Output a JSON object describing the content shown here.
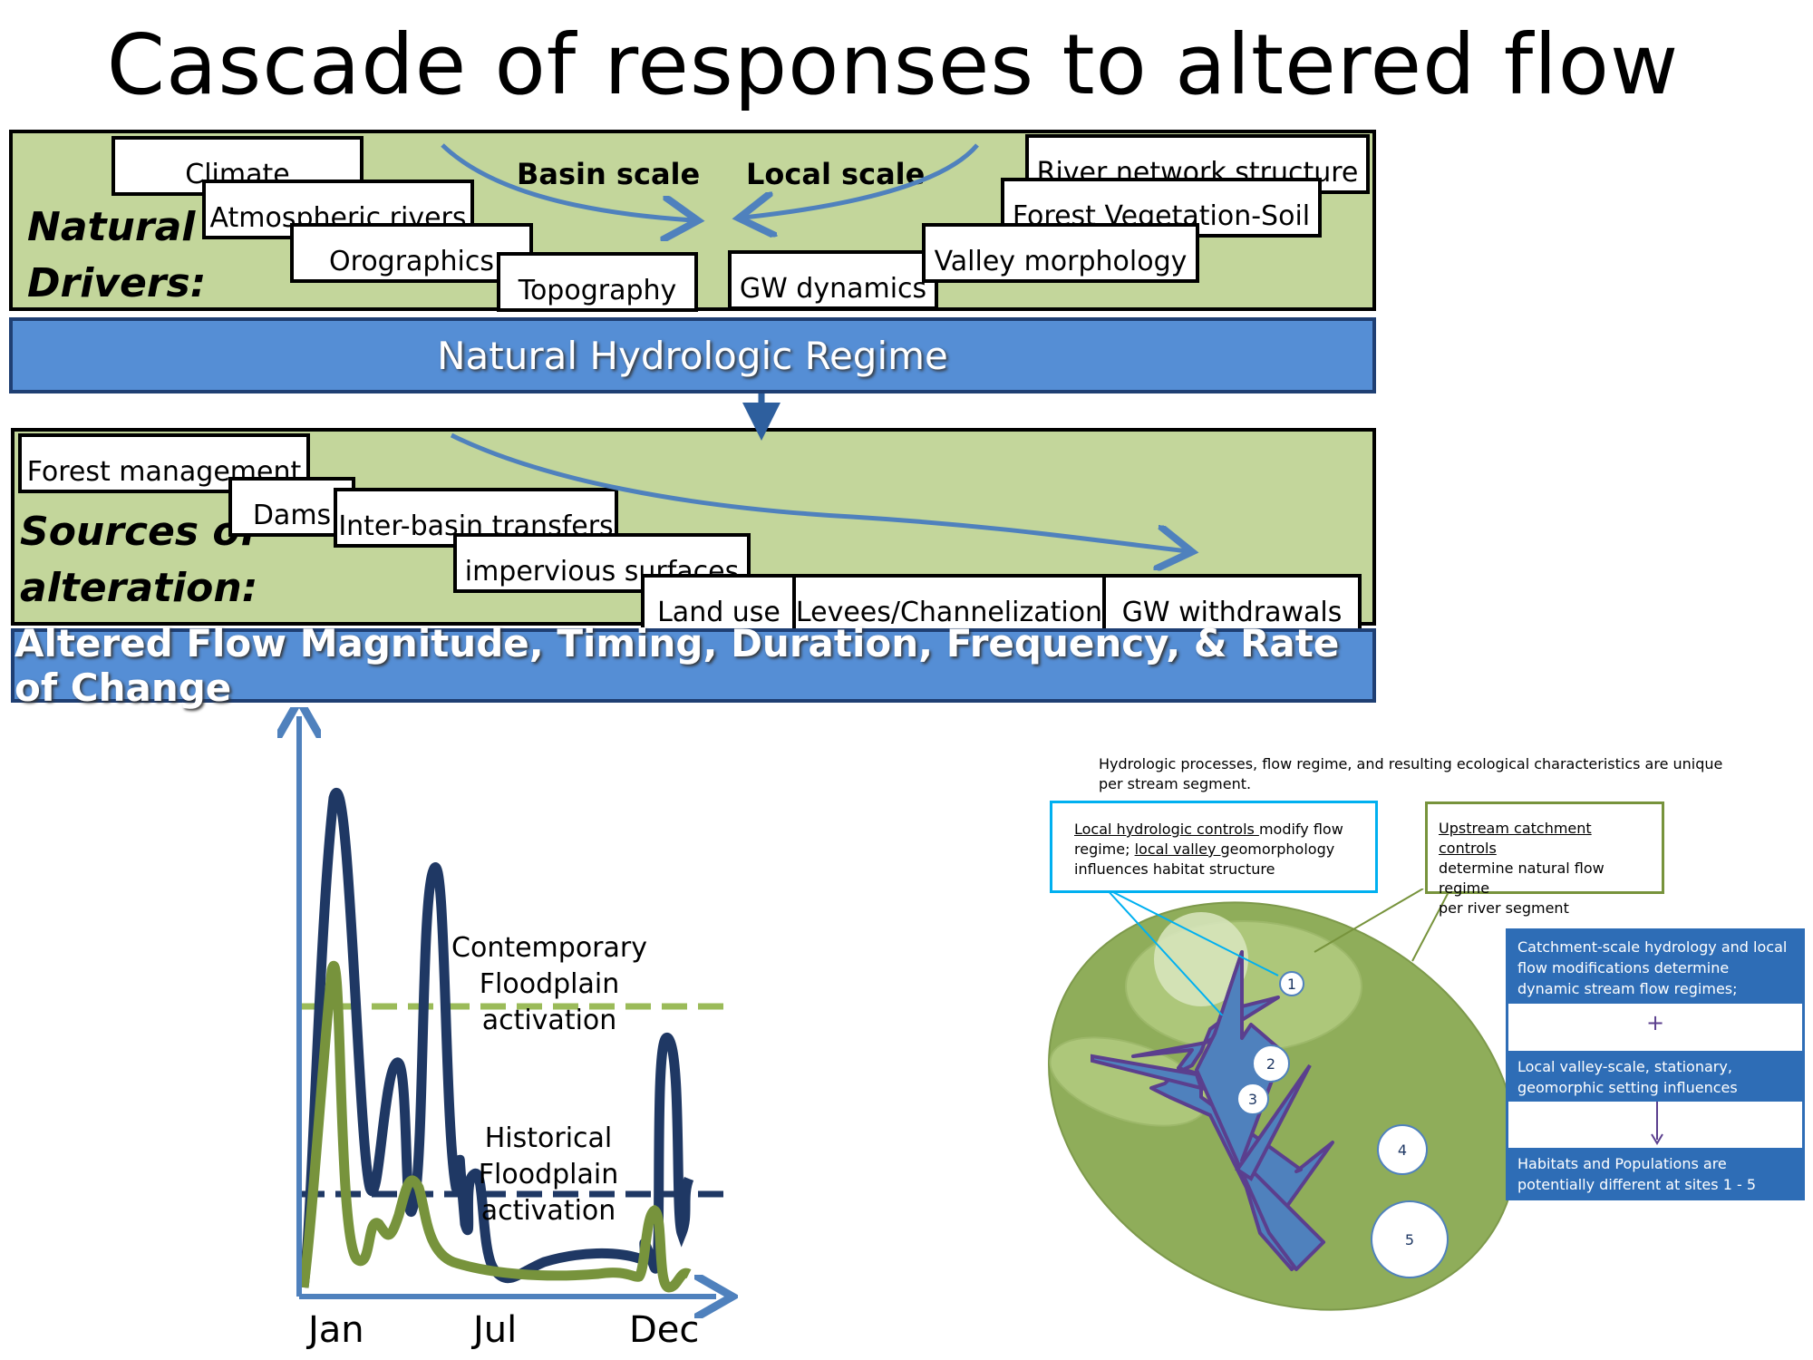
{
  "title": "Cascade of responses to altered flow",
  "natural_drivers": {
    "label_line1": "Natural",
    "label_line2": "Drivers:",
    "basin_scale": "Basin scale",
    "local_scale": "Local scale",
    "boxes": {
      "climate": "Climate",
      "atmospheric_rivers": "Atmospheric rivers",
      "orographics": "Orographics",
      "topography": "Topography",
      "gw_dynamics": "GW dynamics",
      "river_network": "River network  structure",
      "forest_veg": "Forest Vegetation-Soil",
      "valley_morph": "Valley morphology"
    }
  },
  "natural_regime": "Natural Hydrologic Regime",
  "sources": {
    "label_line1": "Sources of",
    "label_line2": "alteration:",
    "boxes": {
      "forest_mgmt": "Forest management",
      "dams": "Dams",
      "inter_basin": "Inter-basin transfers",
      "impervious": "impervious surfaces",
      "land_use": "Land use",
      "levees": "Levees/Channelization",
      "gw_withdrawals": "GW withdrawals"
    }
  },
  "altered_band": "Altered Flow Magnitude, Timing, Duration, Frequency,  & Rate of Change",
  "hydrograph": {
    "contemporary_l1": "Contemporary",
    "contemporary_l2": "Floodplain",
    "contemporary_l3": "activation",
    "historical_l1": "Historical",
    "historical_l2": "Floodplain",
    "historical_l3": "activation",
    "ticks": [
      "Jan",
      "Jul",
      "Dec"
    ],
    "colors": {
      "axis": "#4f81bd",
      "historical": "#1f3864",
      "contemporary": "#77933c",
      "contemp_line": "#9bbb59"
    }
  },
  "map": {
    "intro_l1": "Hydrologic processes, flow regime, and resulting ecological characteristics are unique",
    "intro_l2": "per stream segment.",
    "local_note_u1": "Local hydrologic controls ",
    "local_note_t1": "modify flow",
    "local_note_t2": "regime; ",
    "local_note_u2": "local valley ",
    "local_note_t3": "geomorphology",
    "local_note_t4": "influences habitat structure",
    "upstream_u": "Upstream catchment controls",
    "upstream_t1": "determine natural flow regime",
    "upstream_t2": "per river segment",
    "side_1": "Catchment-scale  hydrology and local flow modifications  determine dynamic stream flow regimes;",
    "plus": "+",
    "side_2": "Local valley-scale,  stationary, geomorphic setting influences habitat",
    "side_3": "Habitats and Populations  are potentially different at sites 1 - 5",
    "sites": [
      "1",
      "2",
      "3",
      "4",
      "5"
    ]
  }
}
